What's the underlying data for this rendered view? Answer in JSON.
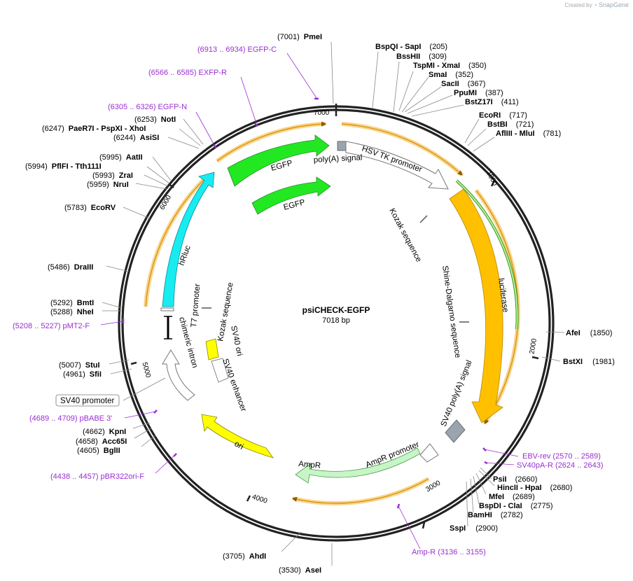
{
  "app": {
    "credit_prefix": "Created by",
    "credit_brand": "SnapGene"
  },
  "plasmid": {
    "name": "psiCHECK-EGFP",
    "length_label": "7018 bp"
  },
  "ticks": [
    "1000",
    "2000",
    "3000",
    "4000",
    "5000",
    "6000",
    "7000"
  ],
  "sites": [
    {
      "pos": "(7001)",
      "name": "PmeI"
    },
    {
      "pos": "(205)",
      "name": "BspQI  - SapI"
    },
    {
      "pos": "(309)",
      "name": "BssHII"
    },
    {
      "pos": "(350)",
      "name": "TspMI  - XmaI"
    },
    {
      "pos": "(352)",
      "name": "SmaI"
    },
    {
      "pos": "(367)",
      "name": "SacII"
    },
    {
      "pos": "(387)",
      "name": "PpuMI"
    },
    {
      "pos": "(411)",
      "name": "BstZ17I"
    },
    {
      "pos": "(717)",
      "name": "EcoRI"
    },
    {
      "pos": "(721)",
      "name": "BstBI"
    },
    {
      "pos": "(781)",
      "name": "AflIII  - MluI"
    },
    {
      "pos": "(1850)",
      "name": "AfeI"
    },
    {
      "pos": "(1981)",
      "name": "BstXI"
    },
    {
      "pos": "(2660)",
      "name": "PsiI"
    },
    {
      "pos": "(2680)",
      "name": "HincII  - HpaI"
    },
    {
      "pos": "(2689)",
      "name": "MfeI"
    },
    {
      "pos": "(2775)",
      "name": "BspDI  - ClaI"
    },
    {
      "pos": "(2782)",
      "name": "BamHI"
    },
    {
      "pos": "(2900)",
      "name": "SspI"
    },
    {
      "pos": "(3530)",
      "name": "AseI"
    },
    {
      "pos": "(3705)",
      "name": "AhdI"
    },
    {
      "pos": "(4605)",
      "name": "BglII"
    },
    {
      "pos": "(4658)",
      "name": "Acc65I"
    },
    {
      "pos": "(4662)",
      "name": "KpnI"
    },
    {
      "pos": "(4961)",
      "name": "SfiI"
    },
    {
      "pos": "(5007)",
      "name": "StuI"
    },
    {
      "pos": "(5288)",
      "name": "NheI"
    },
    {
      "pos": "(5292)",
      "name": "BmtI"
    },
    {
      "pos": "(5486)",
      "name": "DraIII"
    },
    {
      "pos": "(5783)",
      "name": "EcoRV"
    },
    {
      "pos": "(5959)",
      "name": "NruI"
    },
    {
      "pos": "(5993)",
      "name": "ZraI"
    },
    {
      "pos": "(5994)",
      "name": "PflFI  - Tth111I"
    },
    {
      "pos": "(5995)",
      "name": "AatII"
    },
    {
      "pos": "(6244)",
      "name": "AsiSI"
    },
    {
      "pos": "(6247)",
      "name": "PaeR7I  - PspXI  - XhoI"
    },
    {
      "pos": "(6253)",
      "name": "NotI"
    }
  ],
  "primers": [
    {
      "label": "(6913 .. 6934)  EGFP-C"
    },
    {
      "label": "(6566 .. 6585)  EXFP-R"
    },
    {
      "label": "(6305 .. 6326)  EGFP-N"
    },
    {
      "label": "(5208 .. 5227)  pMT2-F"
    },
    {
      "label": "(4689 .. 4709)  pBABE 3'"
    },
    {
      "label": "(4438 .. 4457)  pBR322ori-F"
    },
    {
      "label": "Amp-R    (3136 .. 3155)"
    },
    {
      "label": "EBV-rev    (2570 .. 2589)"
    },
    {
      "label": "SV40pA-R    (2624 .. 2643)"
    }
  ],
  "features": {
    "hsv_tk_promoter": "HSV TK promoter",
    "kozak_right": "Kozak sequence",
    "shine_dalgarno": "Shine-Dalgarno sequence",
    "luciferase": "luciferase",
    "sv40_polya": "SV40 poly(A) signal",
    "ampr_promoter": "AmpR promoter",
    "ampr": "AmpR",
    "ori": "ori",
    "sv40_enhancer": "SV40 enhancer",
    "sv40_ori": "SV40 ori",
    "kozak_left": "Kozak sequence",
    "chimeric_intron": "chimeric intron",
    "t7_promoter": "T7 promoter",
    "hrluc": "hRluc",
    "egfp_1": "EGFP",
    "egfp_2": "EGFP",
    "polya": "poly(A) signal",
    "sv40_promoter_box": "SV40 promoter"
  },
  "colors": {
    "backbone": "#222222",
    "orf_fill": "#f8d58a",
    "orf_stroke": "#d88a00",
    "egfp": "#22e822",
    "hrluc": "#19ecf0",
    "luciferase": "#ffc000",
    "ampr": "#c8f5c8",
    "ori": "#ffff00",
    "polya": "#9aa4ae",
    "primer": "#9a2fd0"
  }
}
